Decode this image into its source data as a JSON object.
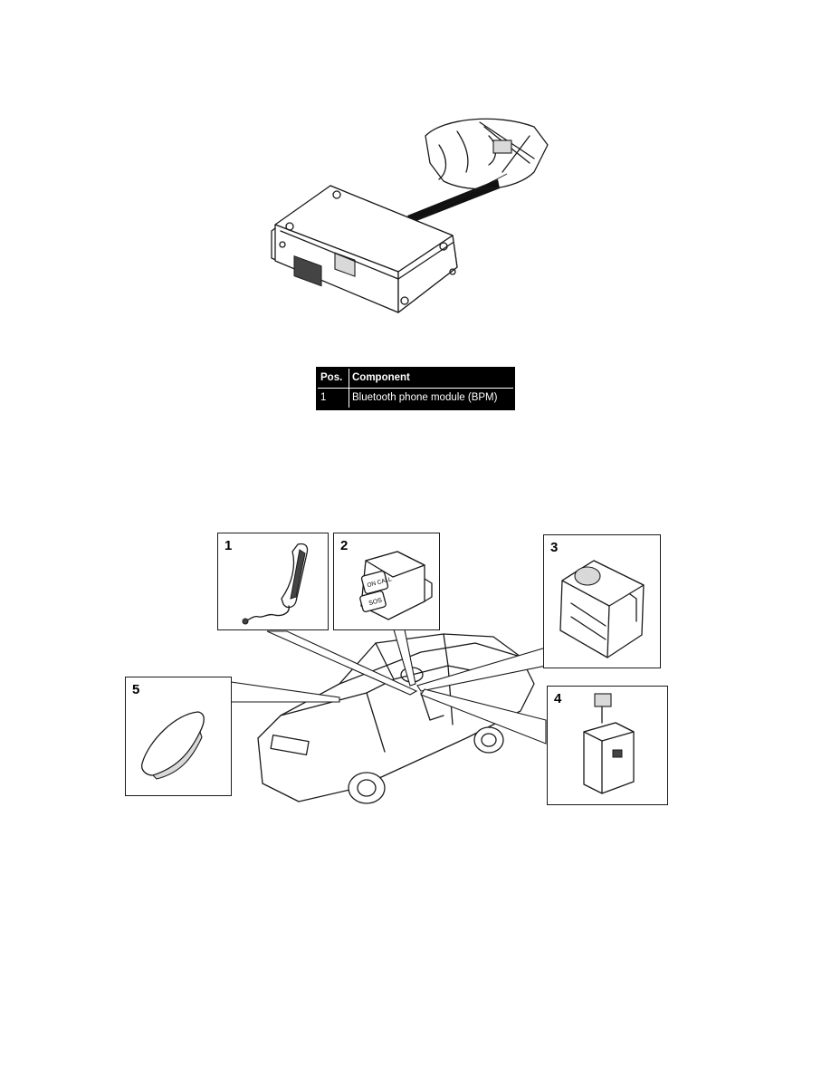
{
  "table": {
    "headers": [
      "Pos.",
      "Component"
    ],
    "rows": [
      {
        "pos": "1",
        "component": "Bluetooth phone module (BPM)"
      }
    ]
  },
  "overview": {
    "callouts": [
      "1",
      "2",
      "3",
      "4",
      "5"
    ],
    "button_labels": {
      "on_call": "ON CALL",
      "sos": "SOS"
    }
  },
  "icons": [
    "bpm-module-illustration",
    "vehicle-location-inset",
    "handset-illustration",
    "button-panel-illustration",
    "control-module-illustration",
    "phone-module-illustration",
    "antenna-illustration",
    "car-illustration"
  ]
}
